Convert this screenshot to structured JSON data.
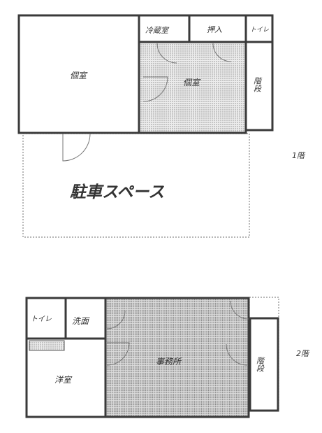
{
  "floor1": {
    "level": "1階",
    "rooms": {
      "bedroom_left": "個室",
      "storage_room": "冷蔵室",
      "closet": "押入",
      "toilet": "トイレ",
      "main_room": "個室",
      "stairs": "階段",
      "parking": "駐車スペース"
    }
  },
  "floor2": {
    "level": "2階",
    "rooms": {
      "toilet": "トイレ",
      "washroom": "洗面",
      "western_room": "洋室",
      "office": "事務所",
      "stairs": "階段"
    }
  },
  "colors": {
    "wall": "#3a3a3a",
    "dotted_fill": "#e2e2e2",
    "parking_border": "#8a8a8a"
  }
}
